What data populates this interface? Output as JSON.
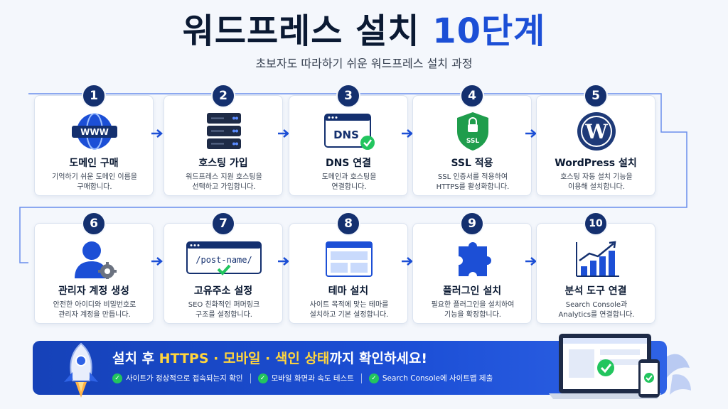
{
  "title_main": "워드프레스 설치",
  "title_accent": "10단계",
  "subtitle": "초보자도 따라하기 쉬운 워드프레스 설치 과정",
  "colors": {
    "navy": "#14306f",
    "blue": "#1c4fd6",
    "green": "#22c55e",
    "highlight": "#ffd53d"
  },
  "steps": [
    {
      "num": "1",
      "icon": "globe-www-icon",
      "title": "도메인 구매",
      "desc": "기억하기 쉬운 도메인 이름을\n구매합니다."
    },
    {
      "num": "2",
      "icon": "server-icon",
      "title": "호스팅 가입",
      "desc": "워드프레스 지원 호스팅을\n선택하고 가입합니다."
    },
    {
      "num": "3",
      "icon": "dns-window-icon",
      "icon_text": "DNS",
      "title": "DNS 연결",
      "desc": "도메인과 호스팅을\n연결합니다."
    },
    {
      "num": "4",
      "icon": "ssl-shield-icon",
      "icon_text": "SSL",
      "title": "SSL 적용",
      "desc": "SSL 인증서를 적용하여\nHTTPS를 활성화합니다."
    },
    {
      "num": "5",
      "icon": "wordpress-logo-icon",
      "title": "WordPress 설치",
      "desc": "호스팅 자동 설치 기능을\n이용해 설치합니다."
    },
    {
      "num": "6",
      "icon": "admin-user-gear-icon",
      "title": "관리자 계정 생성",
      "desc": "안전한 아이디와 비밀번호로\n관리자 계정을 만듭니다."
    },
    {
      "num": "7",
      "icon": "permalink-window-icon",
      "icon_text": "/post-name/",
      "title": "고유주소 설정",
      "desc": "SEO 친화적인 퍼머링크\n구조를 설정합니다."
    },
    {
      "num": "8",
      "icon": "theme-layout-icon",
      "title": "테마 설치",
      "desc": "사이트 목적에 맞는 테마를\n설치하고 기본 설정합니다."
    },
    {
      "num": "9",
      "icon": "puzzle-plugin-icon",
      "title": "플러그인 설치",
      "desc": "필요한 플러그인을 설치하여\n기능을 확장합니다."
    },
    {
      "num": "10",
      "icon": "analytics-chart-icon",
      "title": "분석 도구 연결",
      "desc": "Search Console과\nAnalytics를 연결합니다."
    }
  ],
  "banner": {
    "title_pre": "설치 후 ",
    "title_highlight": "HTTPS · 모바일 · 색인 상태",
    "title_post": "까지 확인하세요!",
    "checks": [
      "사이트가 정상적으로 접속되는지 확인",
      "모바일 화면과 속도 테스트",
      "Search Console에 사이트맵 제출"
    ]
  }
}
